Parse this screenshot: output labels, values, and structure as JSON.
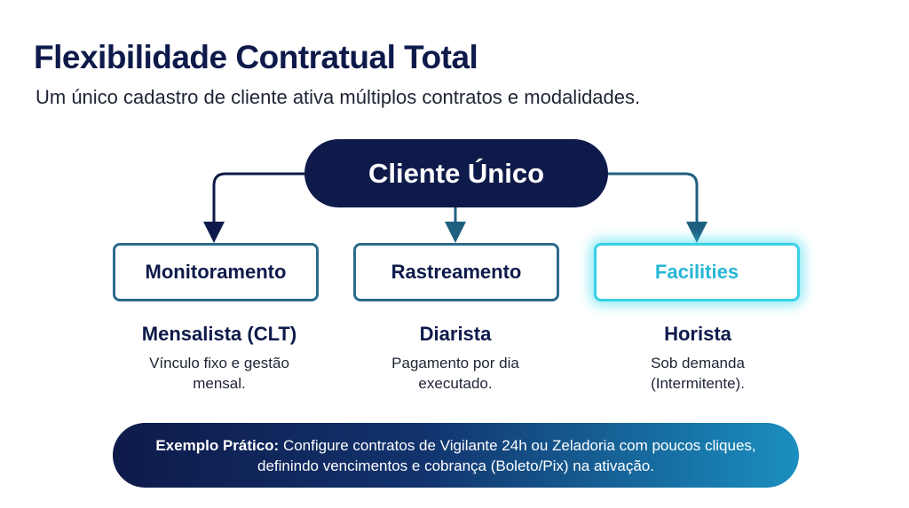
{
  "title": "Flexibilidade Contratual Total",
  "subtitle": "Um único cadastro de cliente ativa múltiplos contratos e modalidades.",
  "root": "Cliente Único",
  "branches": [
    {
      "service": "Monitoramento",
      "modality": "Mensalista (CLT)",
      "description": "Vínculo fixo e gestão mensal.",
      "highlighted": false
    },
    {
      "service": "Rastreamento",
      "modality": "Diarista",
      "description": "Pagamento por dia executado.",
      "highlighted": false
    },
    {
      "service": "Facilities",
      "modality": "Horista",
      "description": "Sob demanda (Intermitente).",
      "highlighted": true
    }
  ],
  "banner": {
    "label": "Exemplo Prático:",
    "text": "Configure contratos de Vigilante 24h ou Zeladoria com poucos cliques, definindo vencimentos e cobrança (Boleto/Pix) na ativação."
  },
  "colors": {
    "navy": "#0e1a4a",
    "teal": "#2a6a8c",
    "cyan": "#3ad0e6"
  }
}
